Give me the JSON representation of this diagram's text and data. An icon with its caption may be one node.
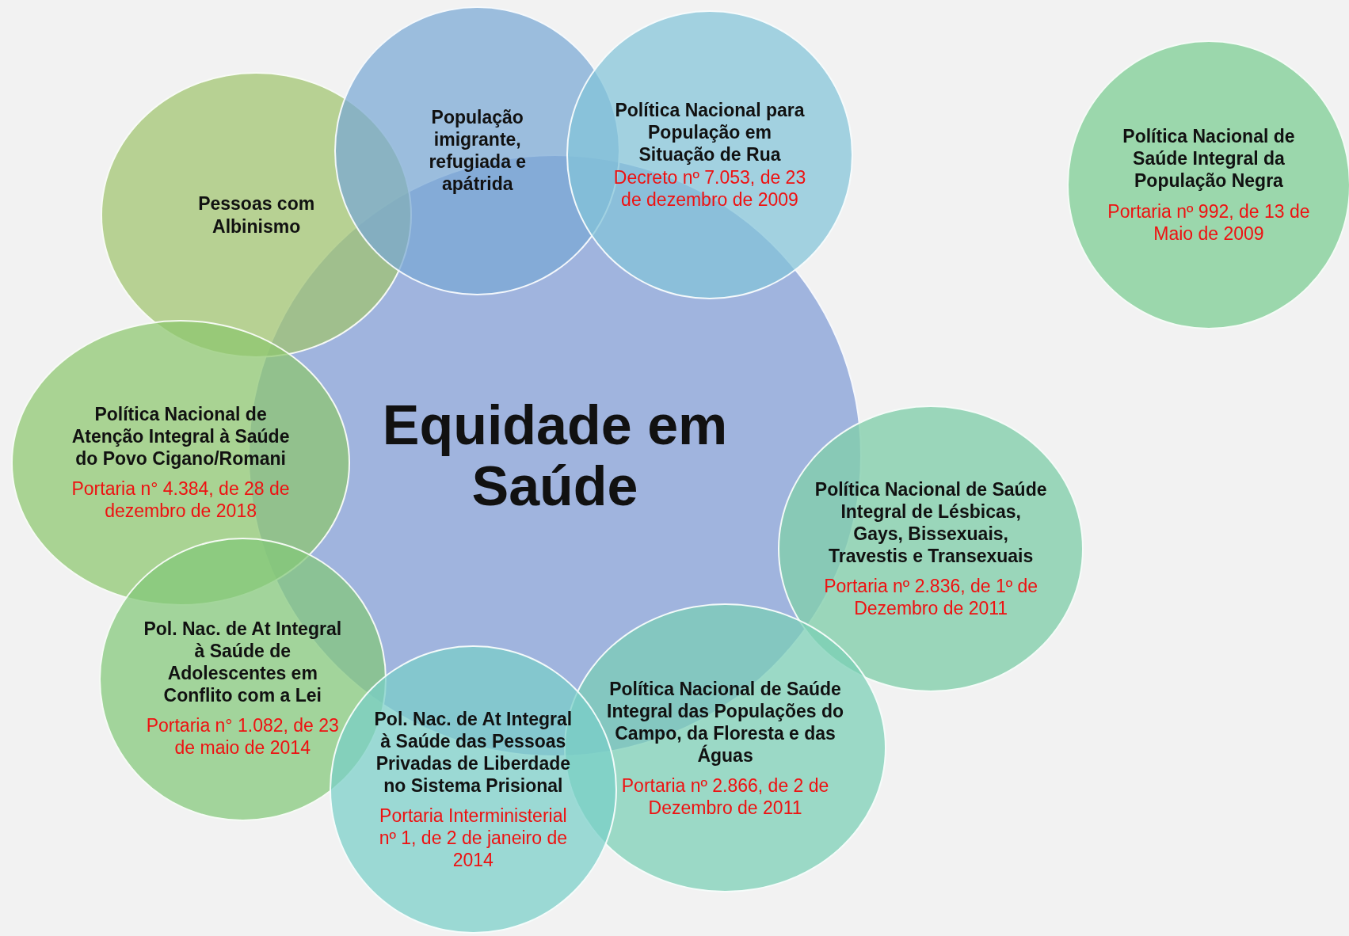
{
  "diagram": {
    "nodes": [
      {
        "text": [
          "Equidade em Saúde"
        ]
      },
      {
        "text": [
          "Pessoas com Albinismo"
        ]
      },
      {
        "text": [
          "População imigrante, refugiada e apátrida"
        ]
      },
      {
        "text": [
          "Política Nacional para População em Situação de Rua",
          "Decreto nº 7.053, de 23 de dezembro de 2009"
        ]
      },
      {
        "text": [
          "Política Nacional de Saúde Integral da População Negra",
          "Portaria nº 992, de 13 de Maio de 2009"
        ]
      },
      {
        "text": [
          "Política Nacional de Atenção Integral à Saúde do Povo Cigano/Romani",
          "Portaria n° 4.384, de 28 de dezembro de 2018"
        ]
      },
      {
        "text": [
          "Política Nacional de Saúde Integral de Lésbicas, Gays, Bissexuais, Travestis e Transexuais",
          "Portaria nº 2.836, de 1º de Dezembro de 2011"
        ]
      },
      {
        "text": [
          "Pol. Nac. de At Integral à Saúde de Adolescentes em Conflito com a Lei",
          "Portaria n° 1.082, de 23 de maio de 2014"
        ]
      },
      {
        "text": [
          "Política Nacional de Saúde Integral das Populações do Campo, da Floresta e das Águas",
          "Portaria nº 2.866, de 2 de Dezembro de 2011"
        ]
      },
      {
        "text": [
          "Pol. Nac. de At Integral à Saúde das Pessoas Privadas de Liberdade no Sistema Prisional",
          "Portaria Interministerial nº 1, de 2 de janeiro de 2014"
        ]
      }
    ],
    "edges": []
  }
}
